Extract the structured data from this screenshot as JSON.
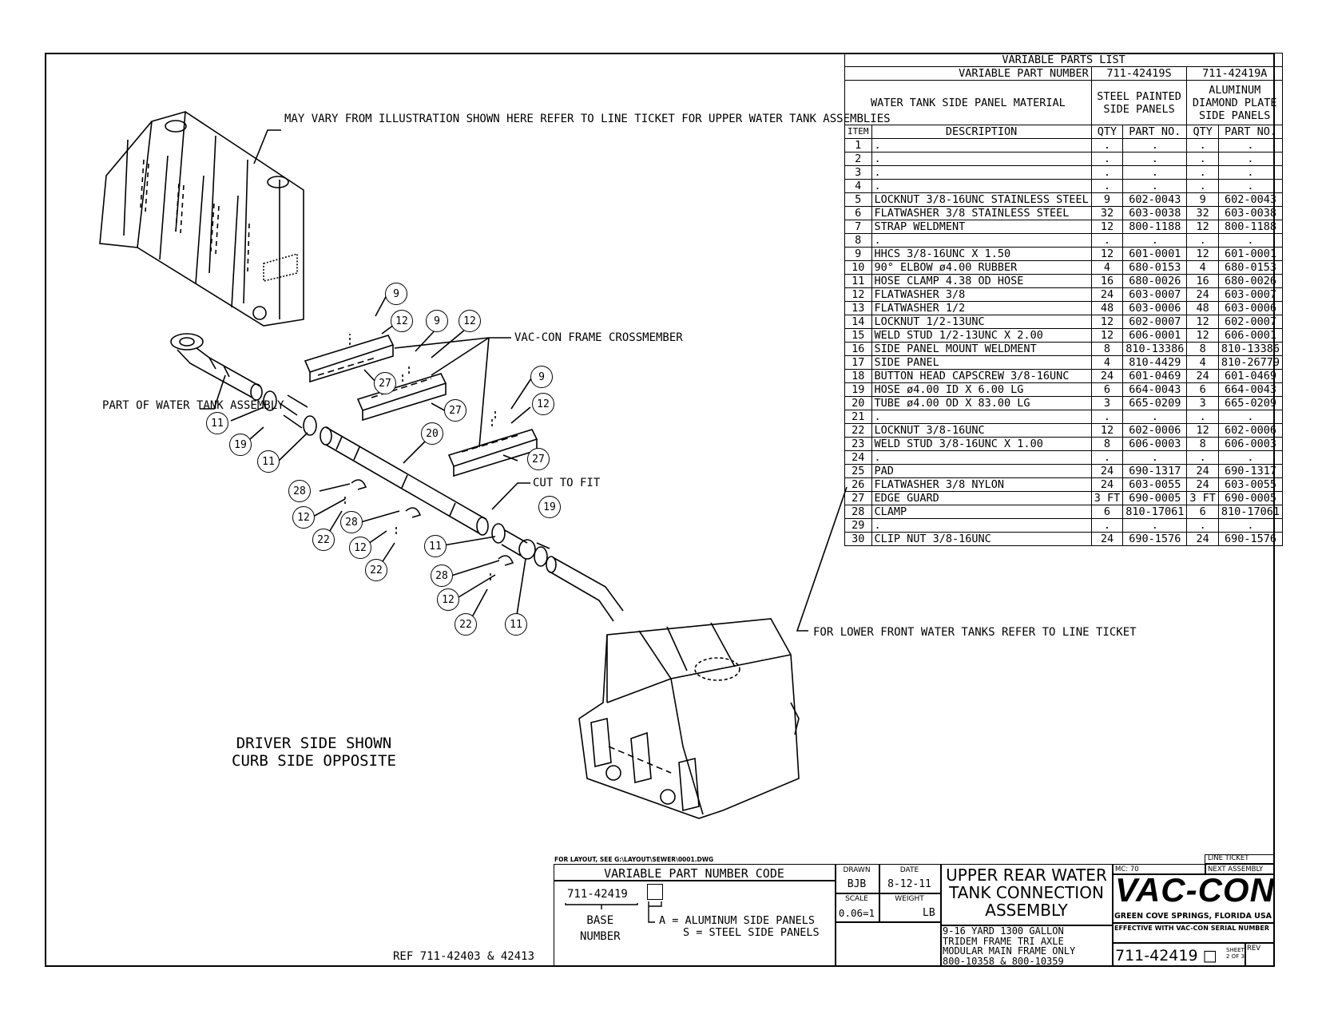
{
  "parts_list": {
    "title": "VARIABLE PARTS LIST",
    "vpn_label": "VARIABLE PART NUMBER",
    "variant_a_pn": "711-42419S",
    "variant_b_pn": "711-42419A",
    "material_label": "WATER TANK SIDE PANEL MATERIAL",
    "variant_a_material": "STEEL PAINTED SIDE PANELS",
    "variant_b_material": "ALUMINUM DIAMOND PLATE SIDE PANELS",
    "headers": {
      "item": "ITEM",
      "description": "DESCRIPTION",
      "qty": "QTY",
      "part_no": "PART NO."
    },
    "rows": [
      {
        "item": "1",
        "desc": ".",
        "qa": ".",
        "pa": ".",
        "qb": ".",
        "pb": "."
      },
      {
        "item": "2",
        "desc": ".",
        "qa": ".",
        "pa": ".",
        "qb": ".",
        "pb": "."
      },
      {
        "item": "3",
        "desc": ".",
        "qa": ".",
        "pa": ".",
        "qb": ".",
        "pb": "."
      },
      {
        "item": "4",
        "desc": ".",
        "qa": ".",
        "pa": ".",
        "qb": ".",
        "pb": "."
      },
      {
        "item": "5",
        "desc": "LOCKNUT 3/8-16UNC STAINLESS STEEL",
        "qa": "9",
        "pa": "602-0043",
        "qb": "9",
        "pb": "602-0043"
      },
      {
        "item": "6",
        "desc": "FLATWASHER 3/8 STAINLESS STEEL",
        "qa": "32",
        "pa": "603-0038",
        "qb": "32",
        "pb": "603-0038"
      },
      {
        "item": "7",
        "desc": "STRAP WELDMENT",
        "qa": "12",
        "pa": "800-1188",
        "qb": "12",
        "pb": "800-1188"
      },
      {
        "item": "8",
        "desc": ".",
        "qa": ".",
        "pa": ".",
        "qb": ".",
        "pb": "."
      },
      {
        "item": "9",
        "desc": "HHCS 3/8-16UNC X 1.50",
        "qa": "12",
        "pa": "601-0001",
        "qb": "12",
        "pb": "601-0001"
      },
      {
        "item": "10",
        "desc": "90° ELBOW ø4.00 RUBBER",
        "qa": "4",
        "pa": "680-0153",
        "qb": "4",
        "pb": "680-0153"
      },
      {
        "item": "11",
        "desc": "HOSE CLAMP 4.38 OD HOSE",
        "qa": "16",
        "pa": "680-0026",
        "qb": "16",
        "pb": "680-0026"
      },
      {
        "item": "12",
        "desc": "FLATWASHER 3/8",
        "qa": "24",
        "pa": "603-0007",
        "qb": "24",
        "pb": "603-0007"
      },
      {
        "item": "13",
        "desc": "FLATWASHER 1/2",
        "qa": "48",
        "pa": "603-0006",
        "qb": "48",
        "pb": "603-0006"
      },
      {
        "item": "14",
        "desc": "LOCKNUT 1/2-13UNC",
        "qa": "12",
        "pa": "602-0007",
        "qb": "12",
        "pb": "602-0007"
      },
      {
        "item": "15",
        "desc": "WELD STUD 1/2-13UNC X 2.00",
        "qa": "12",
        "pa": "606-0001",
        "qb": "12",
        "pb": "606-0001"
      },
      {
        "item": "16",
        "desc": "SIDE PANEL MOUNT WELDMENT",
        "qa": "8",
        "pa": "810-13386",
        "qb": "8",
        "pb": "810-13386"
      },
      {
        "item": "17",
        "desc": "SIDE PANEL",
        "qa": "4",
        "pa": "810-4429",
        "qb": "4",
        "pb": "810-26779"
      },
      {
        "item": "18",
        "desc": "BUTTON HEAD CAPSCREW 3/8-16UNC",
        "qa": "24",
        "pa": "601-0469",
        "qb": "24",
        "pb": "601-0469"
      },
      {
        "item": "19",
        "desc": "HOSE ø4.00 ID X 6.00 LG",
        "qa": "6",
        "pa": "664-0043",
        "qb": "6",
        "pb": "664-0043"
      },
      {
        "item": "20",
        "desc": "TUBE ø4.00 OD X 83.00 LG",
        "qa": "3",
        "pa": "665-0209",
        "qb": "3",
        "pb": "665-0209"
      },
      {
        "item": "21",
        "desc": ".",
        "qa": ".",
        "pa": ".",
        "qb": ".",
        "pb": "."
      },
      {
        "item": "22",
        "desc": "LOCKNUT 3/8-16UNC",
        "qa": "12",
        "pa": "602-0006",
        "qb": "12",
        "pb": "602-0006"
      },
      {
        "item": "23",
        "desc": "WELD STUD 3/8-16UNC X 1.00",
        "qa": "8",
        "pa": "606-0003",
        "qb": "8",
        "pb": "606-0003"
      },
      {
        "item": "24",
        "desc": ".",
        "qa": ".",
        "pa": ".",
        "qb": ".",
        "pb": "."
      },
      {
        "item": "25",
        "desc": "PAD",
        "qa": "24",
        "pa": "690-1317",
        "qb": "24",
        "pb": "690-1317"
      },
      {
        "item": "26",
        "desc": "FLATWASHER 3/8 NYLON",
        "qa": "24",
        "pa": "603-0055",
        "qb": "24",
        "pb": "603-0055"
      },
      {
        "item": "27",
        "desc": "EDGE GUARD",
        "qa": "3 FT",
        "pa": "690-0005",
        "qb": "3 FT",
        "pb": "690-0005"
      },
      {
        "item": "28",
        "desc": "CLAMP",
        "qa": "6",
        "pa": "810-17061",
        "qb": "6",
        "pb": "810-17061"
      },
      {
        "item": "29",
        "desc": ".",
        "qa": ".",
        "pa": ".",
        "qb": ".",
        "pb": "."
      },
      {
        "item": "30",
        "desc": "CLIP NUT 3/8-16UNC",
        "qa": "24",
        "pa": "690-1576",
        "qb": "24",
        "pb": "690-1576"
      }
    ]
  },
  "notes": {
    "upper_tank": "MAY VARY FROM ILLUSTRATION SHOWN HERE REFER TO\nLINE TICKET FOR UPPER WATER TANK ASSEMBLIES",
    "crossmember": "VAC-CON FRAME CROSSMEMBER",
    "part_of_tank": "PART OF WATER\nTANK ASSEMBLY",
    "cut_to_fit": "CUT TO FIT",
    "lower_front": "FOR LOWER FRONT WATER TANKS\nREFER TO LINE TICKET",
    "driver_side": "DRIVER SIDE SHOWN\nCURB SIDE OPPOSITE",
    "ref": "REF 711-42403 & 42413",
    "layout": "FOR LAYOUT, SEE G:\\LAYOUT\\SEWER\\0001.DWG"
  },
  "callouts": [
    {
      "label": "9"
    },
    {
      "label": "12"
    },
    {
      "label": "9"
    },
    {
      "label": "12"
    },
    {
      "label": "27"
    },
    {
      "label": "27"
    },
    {
      "label": "9"
    },
    {
      "label": "12"
    },
    {
      "label": "27"
    },
    {
      "label": "11"
    },
    {
      "label": "19"
    },
    {
      "label": "11"
    },
    {
      "label": "20"
    },
    {
      "label": "28"
    },
    {
      "label": "12"
    },
    {
      "label": "22"
    },
    {
      "label": "28"
    },
    {
      "label": "12"
    },
    {
      "label": "22"
    },
    {
      "label": "19"
    },
    {
      "label": "11"
    },
    {
      "label": "28"
    },
    {
      "label": "12"
    },
    {
      "label": "22"
    },
    {
      "label": "11"
    }
  ],
  "title_block": {
    "vpn_code_title": "VARIABLE PART NUMBER CODE",
    "base_pn": "711-42419",
    "base_label": "BASE\nNUMBER",
    "code_a": "A = ALUMINUM SIDE PANELS",
    "code_s": "S = STEEL SIDE PANELS",
    "drawn_label": "DRAWN",
    "drawn_value": "BJB",
    "date_label": "DATE",
    "date_value": "8-12-11",
    "scale_label": "SCALE",
    "scale_value": "0.06=1",
    "weight_label": "WEIGHT",
    "weight_unit": "LB",
    "title": "UPPER REAR WATER\nTANK CONNECTION\nASSEMBLY",
    "subtitle": "9-16 YARD 1300 GALLON\nTRIDEM FRAME TRI AXLE\nMODULAR MAIN FRAME ONLY\n800-10358 & 800-10359",
    "mc": "MC: 70",
    "line_ticket": "LINE TICKET",
    "next_assembly": "NEXT ASSEMBLY",
    "company_logo": "VAC-CON",
    "company_location": "GREEN COVE SPRINGS, FLORIDA USA",
    "effective": "EFFECTIVE WITH VAC-CON SERIAL NUMBER",
    "drawing_number": "711-42419 □",
    "sheet": "SHEET\n2 OF 3",
    "rev_label": "REV"
  }
}
